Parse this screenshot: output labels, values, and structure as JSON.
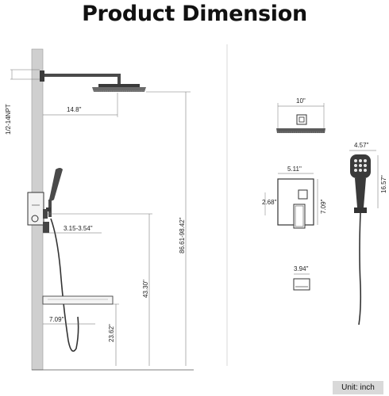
{
  "title": "Product Dimension",
  "unit_label": "Unit: inch",
  "left_view": {
    "pipe_thread": "1/2-14NPT",
    "arm_length": "14.8\"",
    "valve_depth": "3.15-3.54\"",
    "total_height": "86.61-98.42\"",
    "valve_height": "43.30\"",
    "spout_height": "23.62\"",
    "spout_length": "7.09\""
  },
  "right_view": {
    "shower_head_width": "10\"",
    "trim_width": "5.11\"",
    "trim_height": "7.09\"",
    "handle_offset": "2.68\"",
    "handshower_width": "4.57\"",
    "handshower_length": "16.57\"",
    "spout_width": "3.94\""
  }
}
